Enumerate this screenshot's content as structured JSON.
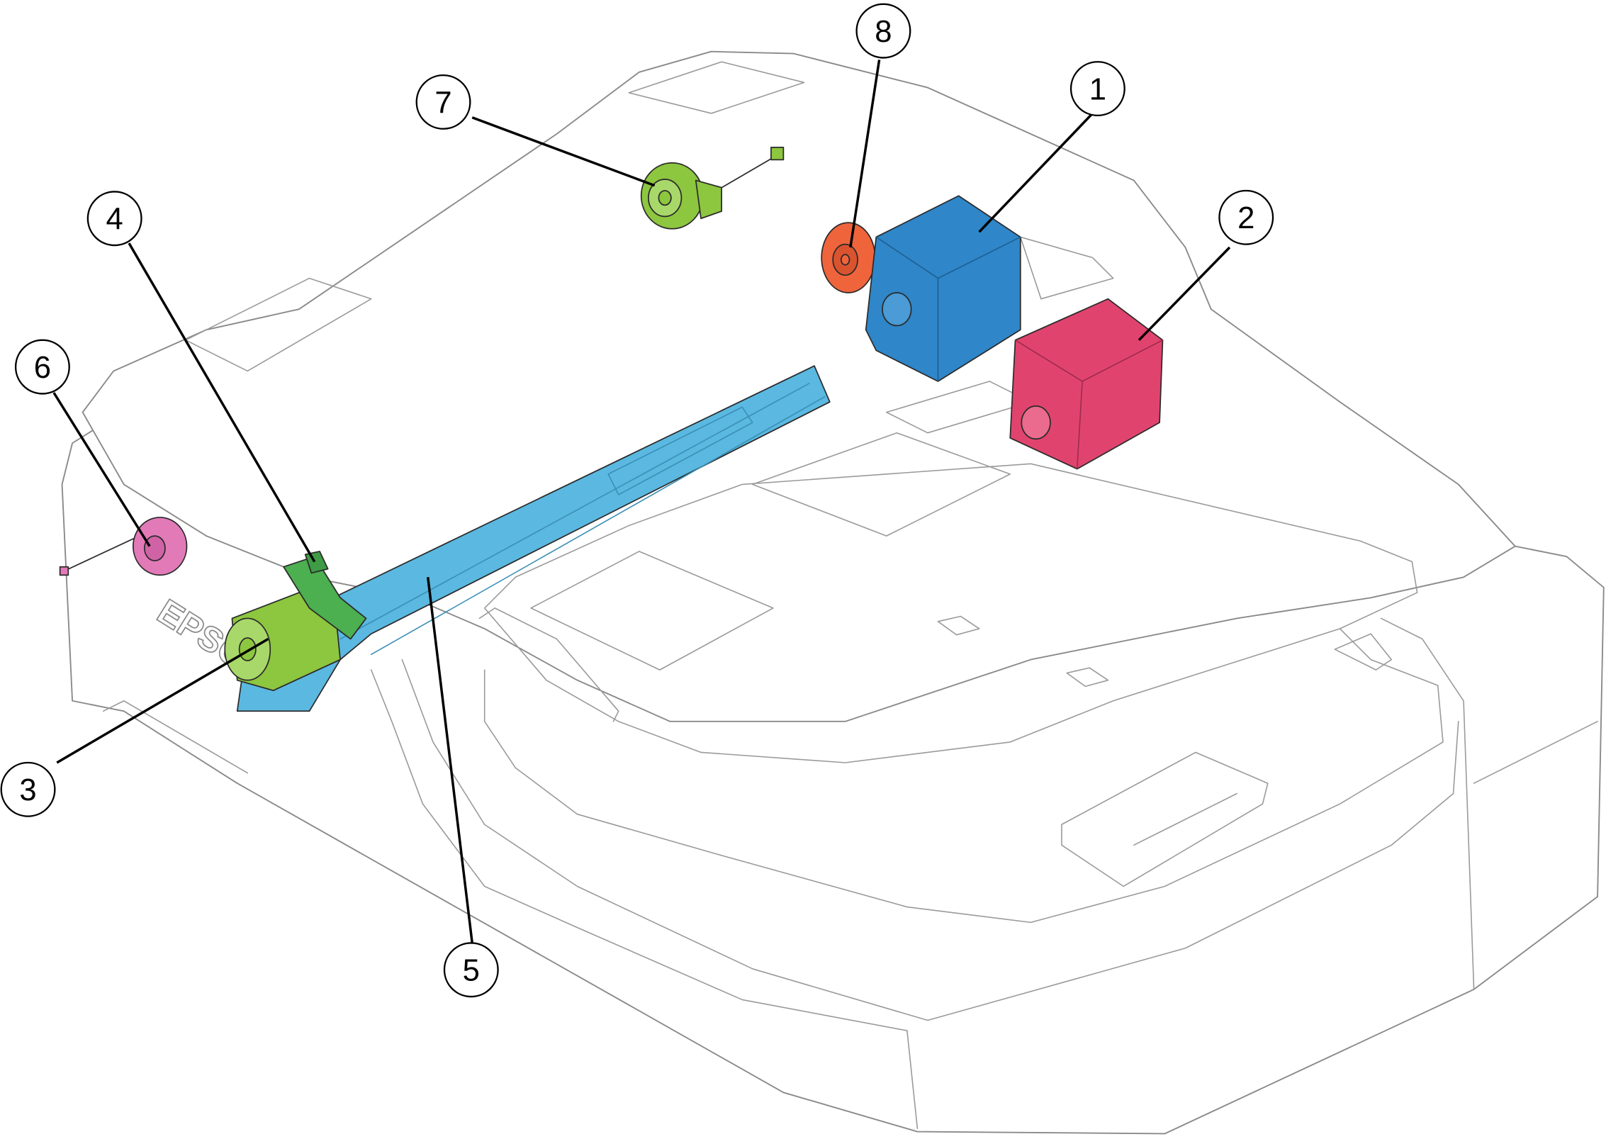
{
  "brand": "EPSON",
  "callouts": [
    {
      "id": "1",
      "label": "1",
      "part_color": "#2f86c8"
    },
    {
      "id": "2",
      "label": "2",
      "part_color": "#e0446e"
    },
    {
      "id": "3",
      "label": "3",
      "part_color": "#8dc63f"
    },
    {
      "id": "4",
      "label": "4",
      "part_color": "#4caf50"
    },
    {
      "id": "5",
      "label": "5",
      "part_color": "#5bb8e0"
    },
    {
      "id": "6",
      "label": "6",
      "part_color": "#e27ab8"
    },
    {
      "id": "7",
      "label": "7",
      "part_color": "#8dc63f"
    },
    {
      "id": "8",
      "label": "8",
      "part_color": "#f0643c"
    }
  ]
}
